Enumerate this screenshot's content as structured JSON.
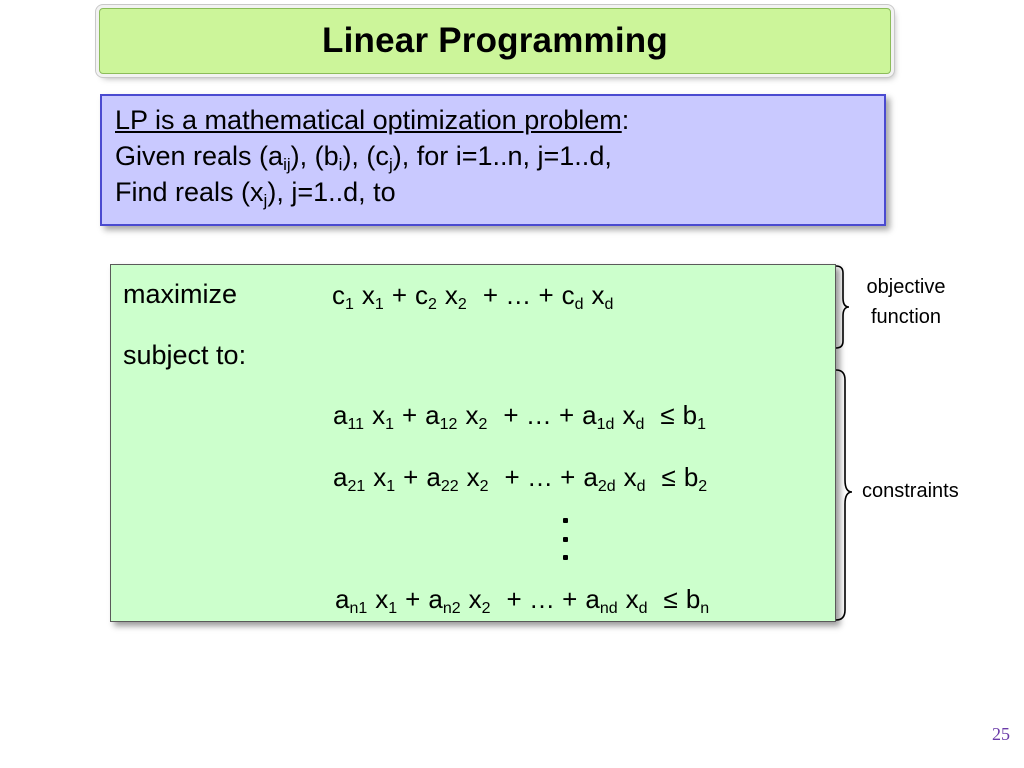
{
  "title": "Linear Programming",
  "definition": {
    "line1_underlined": "LP is a mathematical optimization problem",
    "line1_colon": ":",
    "line2": {
      "p1": "Given reals (a",
      "s1": "ij",
      "p2": "), (b",
      "s2": "i",
      "p3": "), (c",
      "s3": "j",
      "p4": "), for i=1..n, j=1..d,"
    },
    "line3": {
      "p1": "Find reals (x",
      "s1": "j",
      "p2": "), j=1..d, to"
    }
  },
  "lp": {
    "maximize_label": "maximize",
    "subject_to_label": "subject to:",
    "plus": "+",
    "ellipsis": "+ … +",
    "leq": "≤",
    "objective": {
      "c1": "c",
      "c1s": "1",
      "x1": "x",
      "x1s": "1",
      "c2": "c",
      "c2s": "2",
      "x2": "x",
      "x2s": "2",
      "cd": "c",
      "cds": "d",
      "xd": "x",
      "xds": "d"
    },
    "constraints": [
      {
        "a1": "a",
        "a1s": "11",
        "x1": "x",
        "x1s": "1",
        "a2": "a",
        "a2s": "12",
        "x2": "x",
        "x2s": "2",
        "ad": "a",
        "ads": "1d",
        "xd": "x",
        "xds": "d",
        "b": "b",
        "bs": "1"
      },
      {
        "a1": "a",
        "a1s": "21",
        "x1": "x",
        "x1s": "1",
        "a2": "a",
        "a2s": "22",
        "x2": "x",
        "x2s": "2",
        "ad": "a",
        "ads": "2d",
        "xd": "x",
        "xds": "d",
        "b": "b",
        "bs": "2"
      },
      {
        "a1": "a",
        "a1s": "n1",
        "x1": "x",
        "x1s": "1",
        "a2": "a",
        "a2s": "n2",
        "x2": "x",
        "x2s": "2",
        "ad": "a",
        "ads": "nd",
        "xd": "x",
        "xds": "d",
        "b": "b",
        "bs": "n"
      }
    ]
  },
  "annotations": {
    "objective_line1": "objective",
    "objective_line2": "function",
    "constraints": "constraints"
  },
  "page_number": "25"
}
